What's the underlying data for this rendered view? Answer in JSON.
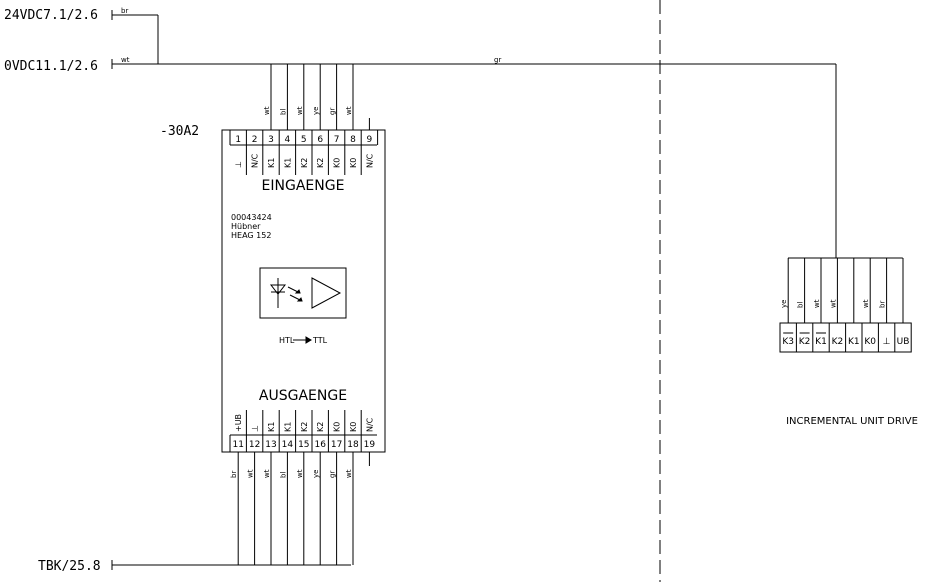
{
  "rails": {
    "supply_24v": "24VDC7.1/2.6",
    "supply_0v": "0VDC11.1/2.6",
    "tbk_ref": "TBK/25.8",
    "wire_br_top": "br",
    "wire_wt_top": "wt",
    "wire_gr": "gr"
  },
  "module": {
    "designation": "-30A2",
    "part_number": "00043424",
    "manufacturer": "Hübner",
    "type": "HEAG 152",
    "inputs_title": "EINGAENGE",
    "outputs_title": "AUSGAENGE",
    "conversion": "HTL",
    "conversion_to": "TTL",
    "top_pins": [
      {
        "num": "1",
        "func": "⊥",
        "wire": ""
      },
      {
        "num": "2",
        "func": "N/C",
        "wire": ""
      },
      {
        "num": "3",
        "func": "K1",
        "wire": "wt"
      },
      {
        "num": "4",
        "func": "K1",
        "wire": "bl"
      },
      {
        "num": "5",
        "func": "K2",
        "wire": "wt"
      },
      {
        "num": "6",
        "func": "K2",
        "wire": "ye"
      },
      {
        "num": "7",
        "func": "K0",
        "wire": "gr"
      },
      {
        "num": "8",
        "func": "K0",
        "wire": "wt"
      },
      {
        "num": "9",
        "func": "N/C",
        "wire": ""
      }
    ],
    "bottom_pins": [
      {
        "num": "11",
        "func": "+UB",
        "wire": "br"
      },
      {
        "num": "12",
        "func": "⊥",
        "wire": "wt"
      },
      {
        "num": "13",
        "func": "K1",
        "wire": "wt"
      },
      {
        "num": "14",
        "func": "K1",
        "wire": "bl"
      },
      {
        "num": "15",
        "func": "K2",
        "wire": "wt"
      },
      {
        "num": "16",
        "func": "K2",
        "wire": "ye"
      },
      {
        "num": "17",
        "func": "K0",
        "wire": "gr"
      },
      {
        "num": "18",
        "func": "K0",
        "wire": "wt"
      },
      {
        "num": "19",
        "func": "N/C",
        "wire": ""
      }
    ]
  },
  "drive": {
    "title": "INCREMENTAL UNIT DRIVE",
    "terminals": [
      {
        "func": "K3",
        "wire": "ye"
      },
      {
        "func": "K2",
        "wire": "bl"
      },
      {
        "func": "K1",
        "wire": "wt"
      },
      {
        "func": "K2",
        "wire": "wt"
      },
      {
        "func": "K1",
        "wire": ""
      },
      {
        "func": "K0",
        "wire": "wt"
      },
      {
        "func": "⊥",
        "wire": "br"
      },
      {
        "func": "UB",
        "wire": ""
      }
    ]
  }
}
